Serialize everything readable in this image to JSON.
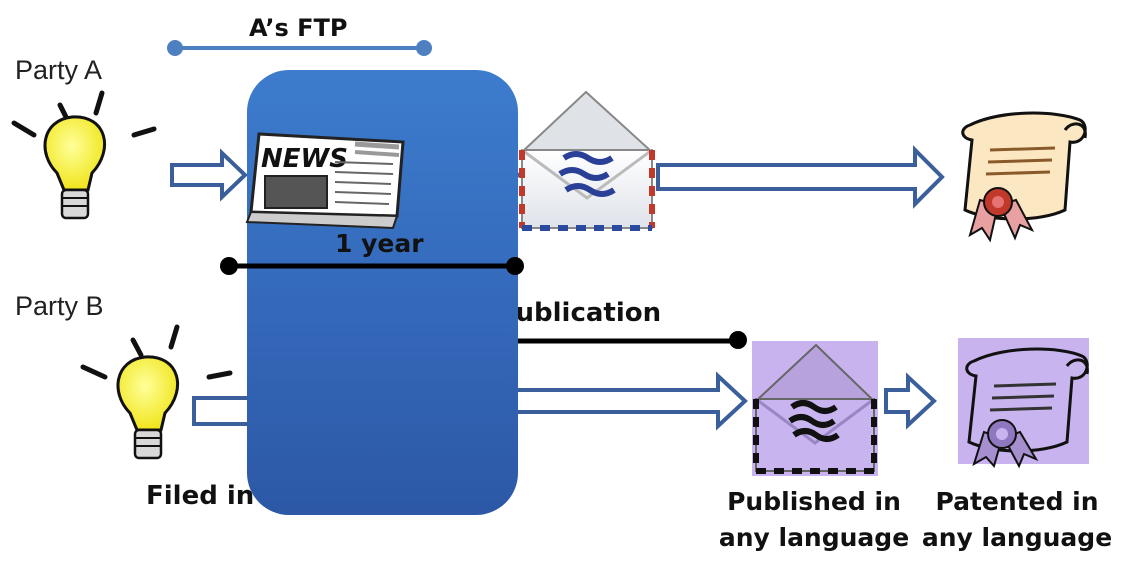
{
  "party_a_label": "Party A",
  "party_b_label": "Party B",
  "ftp_label": "A’s FTP",
  "one_year_label": "1 year",
  "publication_label": "o publication",
  "filed_label": "Filed in a",
  "published_caption": {
    "line1": "Published in",
    "line2": "any language"
  },
  "patented_caption": {
    "line1": "Patented in",
    "line2": "any language"
  },
  "news_label": "NEWS",
  "colors": {
    "panel": "#3468b9",
    "arrow": "#3b5f9a",
    "ftp_line": "#4e7fc0",
    "timeline": "#000000",
    "highlight_bg": "#c9b3ee",
    "bulb": "#f5ee3a"
  },
  "icons": [
    "lightbulb-icon",
    "newspaper-icon",
    "envelope-icon",
    "certificate-icon"
  ]
}
